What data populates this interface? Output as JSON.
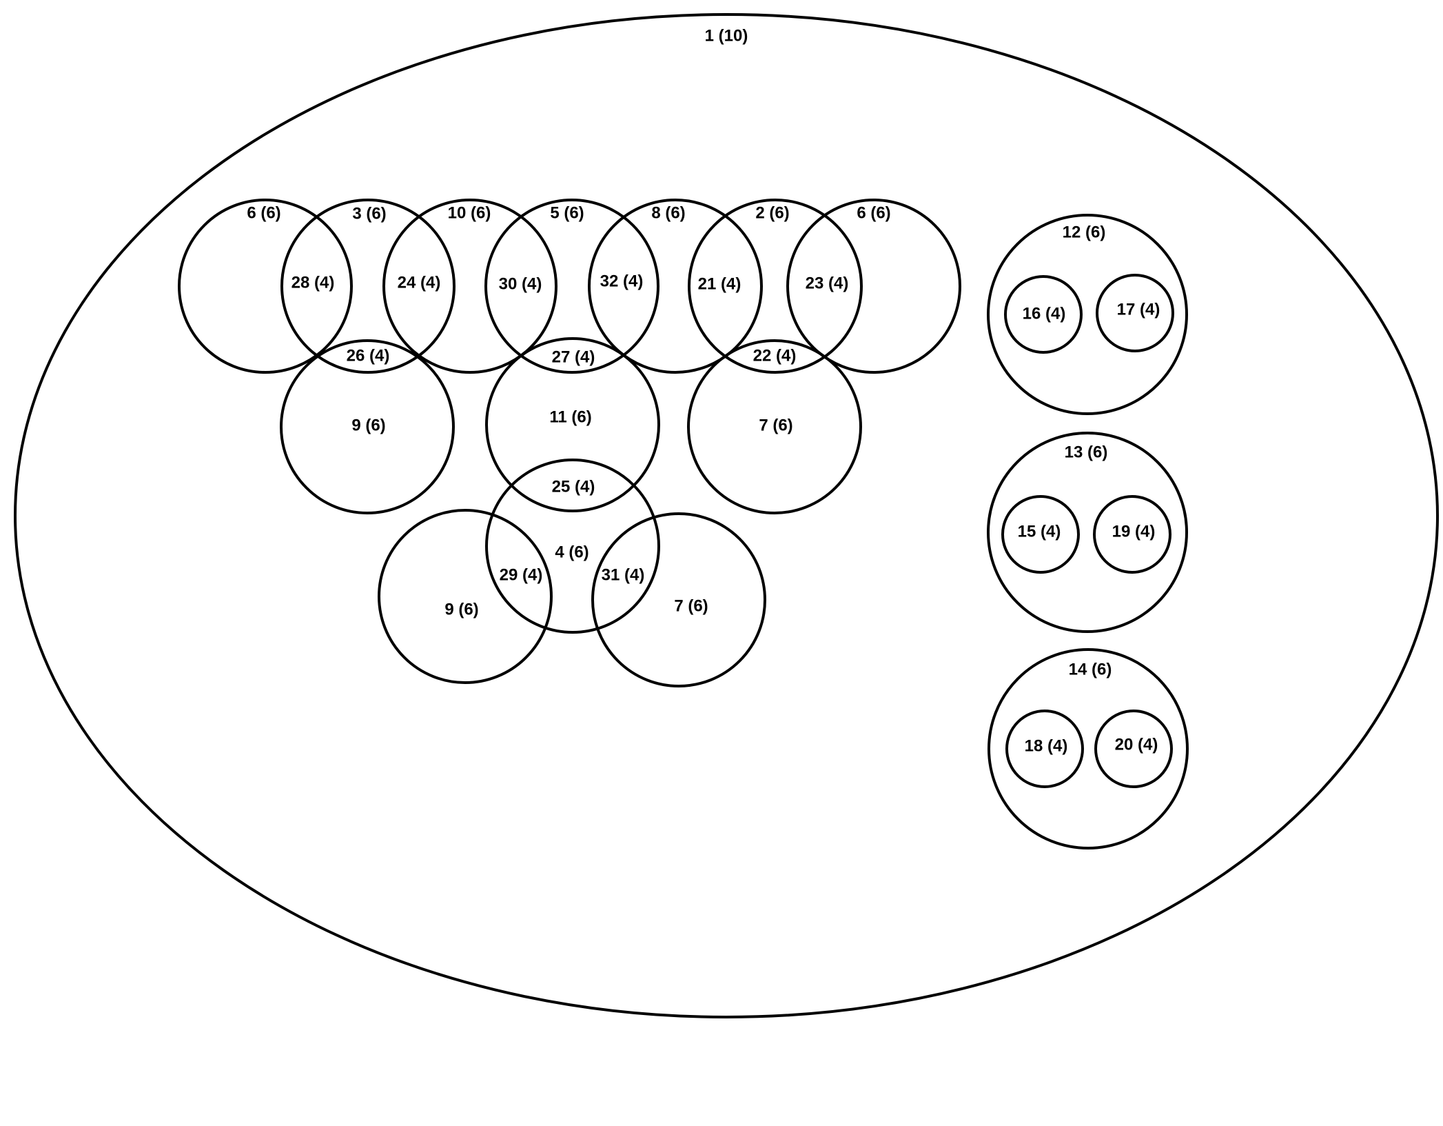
{
  "diagram": {
    "stroke_color": "#000000",
    "background": "#ffffff",
    "outer": {
      "label": "1 (10)"
    },
    "top_row": [
      {
        "label": "6 (6)"
      },
      {
        "label": "3 (6)"
      },
      {
        "label": "10 (6)"
      },
      {
        "label": "5 (6)"
      },
      {
        "label": "8 (6)"
      },
      {
        "label": "2 (6)"
      },
      {
        "label": "6 (6)"
      }
    ],
    "top_overlaps": [
      {
        "label": "28 (4)"
      },
      {
        "label": "24 (4)"
      },
      {
        "label": "30 (4)"
      },
      {
        "label": "32 (4)"
      },
      {
        "label": "21 (4)"
      },
      {
        "label": "23 (4)"
      }
    ],
    "middle_row": [
      {
        "label": "9 (6)"
      },
      {
        "label": "11 (6)"
      },
      {
        "label": "7 (6)"
      }
    ],
    "middle_overlaps": [
      {
        "label": "26 (4)"
      },
      {
        "label": "27 (4)"
      },
      {
        "label": "22 (4)"
      }
    ],
    "lower": {
      "overlap_top": {
        "label": "25 (4)"
      },
      "center": {
        "label": "4 (6)"
      },
      "left": {
        "label": "9 (6)"
      },
      "right": {
        "label": "7 (6)"
      },
      "overlap_left": {
        "label": "29 (4)"
      },
      "overlap_right": {
        "label": "31 (4)"
      }
    },
    "groups": [
      {
        "label": "12 (6)",
        "children": [
          {
            "label": "16 (4)"
          },
          {
            "label": "17 (4)"
          }
        ]
      },
      {
        "label": "13 (6)",
        "children": [
          {
            "label": "15 (4)"
          },
          {
            "label": "19 (4)"
          }
        ]
      },
      {
        "label": "14 (6)",
        "children": [
          {
            "label": "18 (4)"
          },
          {
            "label": "20 (4)"
          }
        ]
      }
    ]
  }
}
